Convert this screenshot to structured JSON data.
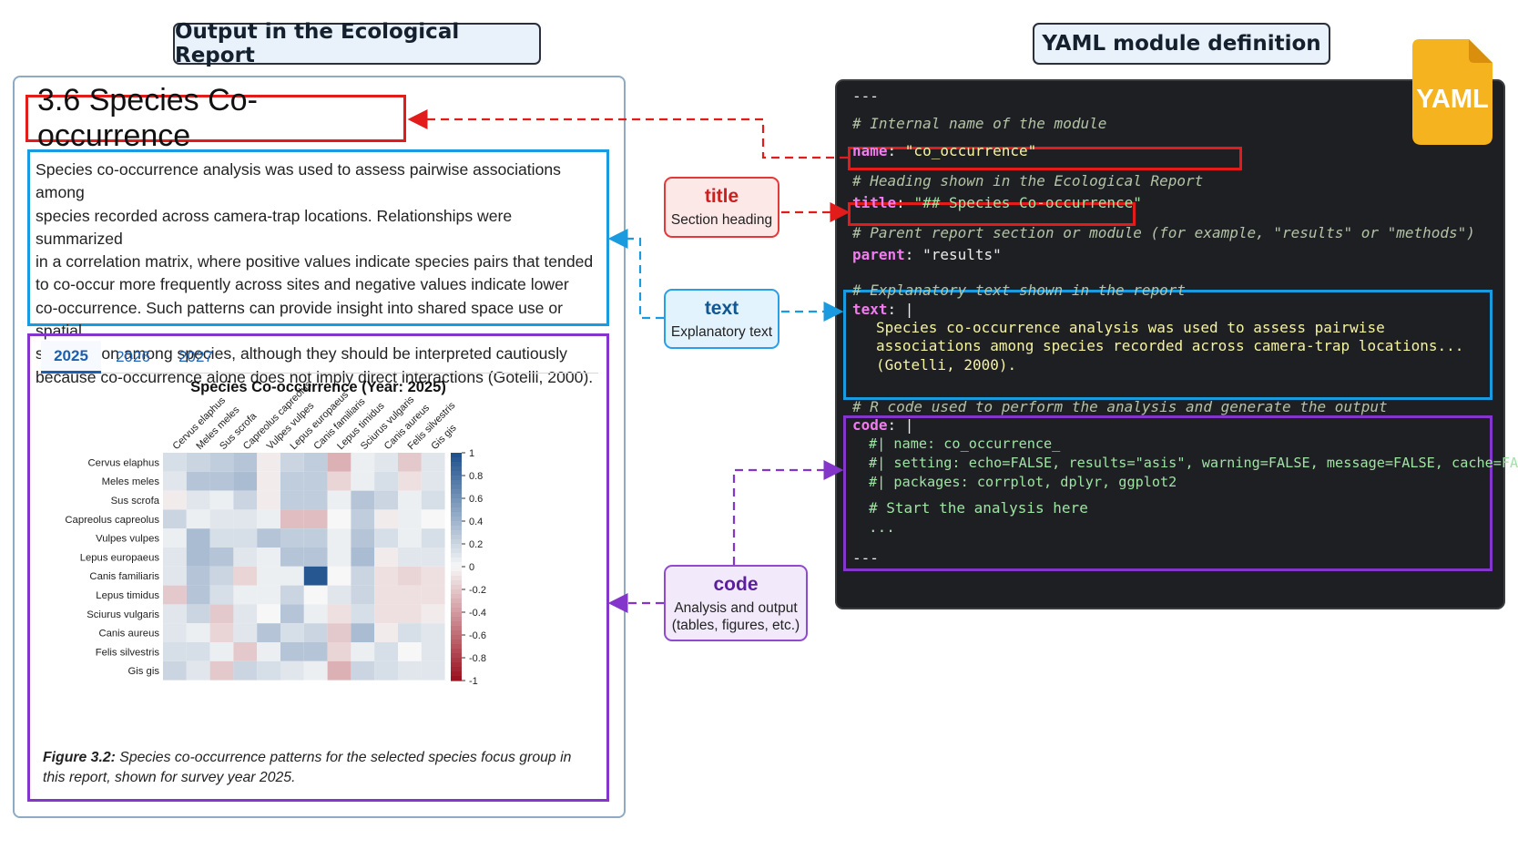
{
  "headers": {
    "left": "Output in the Ecological Report",
    "right": "YAML module definition"
  },
  "report": {
    "title": "3.6 Species Co-occurrence",
    "text_lines": [
      "Species co-occurrence analysis was used to assess pairwise associations among",
      "species recorded across camera-trap locations. Relationships were summarized",
      "in a correlation matrix, where positive values indicate species pairs that tended",
      "to co-occur more frequently across sites and negative values indicate lower",
      "co-occurrence. Such patterns can provide insight into shared space use or spatial",
      "segregation among species, although they should be interpreted cautiously",
      "because co-occurrence alone does not imply direct interactions (Gotelli, 2000)."
    ],
    "tabs": [
      "2025",
      "2026",
      "2027"
    ],
    "active_tab": "2025",
    "caption_label": "Figure 3.2:",
    "caption_text": " Species co-occurrence patterns for the selected species focus group in this report, shown for survey year 2025."
  },
  "chart_data": {
    "type": "heatmap",
    "title": "Species Co-occurrence (Year: 2025)",
    "x_labels": [
      "Cervus elaphus",
      "Meles meles",
      "Sus scrofa",
      "Capreolus capreolus",
      "Vulpes vulpes",
      "Lepus europaeus",
      "Canis familiaris",
      "Lepus timidus",
      "Sciurus vulgaris",
      "Canis aureus",
      "Felis silvestris",
      "Gis gis"
    ],
    "y_labels": [
      "Cervus elaphus",
      "Meles meles",
      "Sus scrofa",
      "Capreolus capreolus",
      "Vulpes vulpes",
      "Lepus europaeus",
      "Canis familiaris",
      "Lepus timidus",
      "Sciurus vulgaris",
      "Canis aureus",
      "Felis silvestris",
      "Gis gis"
    ],
    "colorbar_ticks": [
      "1",
      "0.8",
      "0.6",
      "0.4",
      "0.2",
      "0",
      "-0.2",
      "-0.4",
      "-0.6",
      "-0.8",
      "-1"
    ],
    "colorbar_range": [
      -1,
      1
    ],
    "colors": {
      "positive": "#1c4f8c",
      "negative": "#9a0f1e",
      "zero": "#f7f7f7"
    },
    "values": [
      [
        0.15,
        0.2,
        0.25,
        0.3,
        -0.05,
        0.2,
        0.25,
        -0.3,
        0.05,
        0.1,
        -0.2,
        0.1
      ],
      [
        0.1,
        0.3,
        0.3,
        0.35,
        -0.05,
        0.25,
        0.25,
        -0.15,
        0.05,
        0.15,
        -0.1,
        0.1
      ],
      [
        -0.05,
        0.1,
        0.05,
        0.2,
        -0.05,
        0.25,
        0.25,
        0.05,
        0.3,
        0.2,
        0.05,
        0.15
      ],
      [
        0.2,
        0.05,
        0.1,
        0.1,
        0.05,
        -0.25,
        -0.25,
        0.0,
        0.25,
        -0.05,
        0.05,
        0.0
      ],
      [
        0.05,
        0.35,
        0.15,
        0.15,
        0.3,
        0.25,
        0.25,
        0.05,
        0.3,
        0.15,
        0.05,
        0.15
      ],
      [
        0.1,
        0.35,
        0.3,
        0.1,
        0.05,
        0.3,
        0.3,
        0.05,
        0.35,
        -0.05,
        0.1,
        0.1
      ],
      [
        0.1,
        0.3,
        0.2,
        -0.15,
        0.05,
        0.05,
        0.95,
        0.0,
        0.2,
        -0.1,
        -0.15,
        -0.1
      ],
      [
        -0.2,
        0.3,
        0.15,
        0.05,
        0.05,
        0.2,
        0.0,
        0.1,
        0.2,
        -0.1,
        -0.1,
        -0.1
      ],
      [
        0.1,
        0.2,
        -0.2,
        0.1,
        0.0,
        0.3,
        0.05,
        -0.1,
        0.15,
        -0.1,
        -0.1,
        -0.05
      ],
      [
        0.1,
        0.05,
        -0.15,
        0.1,
        0.3,
        0.15,
        0.2,
        -0.2,
        0.35,
        -0.05,
        0.15,
        0.1
      ],
      [
        0.15,
        0.15,
        0.05,
        -0.2,
        0.05,
        0.3,
        0.3,
        -0.15,
        0.05,
        0.15,
        0.0,
        0.1
      ],
      [
        0.2,
        0.1,
        -0.2,
        0.2,
        0.15,
        0.1,
        0.05,
        -0.3,
        0.2,
        0.15,
        0.1,
        0.1
      ]
    ]
  },
  "callouts": {
    "title": {
      "name": "title",
      "desc": "Section heading"
    },
    "text": {
      "name": "text",
      "desc": "Explanatory text"
    },
    "code": {
      "name": "code",
      "desc1": "Analysis and output",
      "desc2": "(tables, figures, etc.)"
    }
  },
  "yaml": {
    "icon_label": "YAML",
    "open_marker": "---",
    "c_name": "# Internal name of the module",
    "k_name": "name",
    "v_name": "\"co_occurrence\"",
    "c_title": "# Heading shown in the Ecological Report",
    "k_title": "title",
    "v_title": "\"## Species Co-occurrence\"",
    "c_parent": "# Parent report section or module (for example, \"results\" or \"methods\")",
    "k_parent": "parent",
    "v_parent": "\"results\"",
    "c_text": "# Explanatory text shown in the report",
    "k_text": "text",
    "v_text_pipe": " |",
    "text_lines": [
      "Species co-occurrence analysis was used to assess pairwise",
      "associations among species recorded across camera-trap locations...",
      "(Gotelli, 2000)."
    ],
    "c_code": "# R code used to perform the analysis and generate the output",
    "k_code": "code",
    "v_code_pipe": " |",
    "code_lines": [
      "#| name: co_occurrence_",
      "#| setting: echo=FALSE, results=\"asis\", warning=FALSE, message=FALSE, cache=FALSE",
      "#| packages: corrplot, dplyr, ggplot2"
    ],
    "code_comment": "# Start the analysis here",
    "code_ellipsis": "...",
    "close_marker": "---"
  }
}
